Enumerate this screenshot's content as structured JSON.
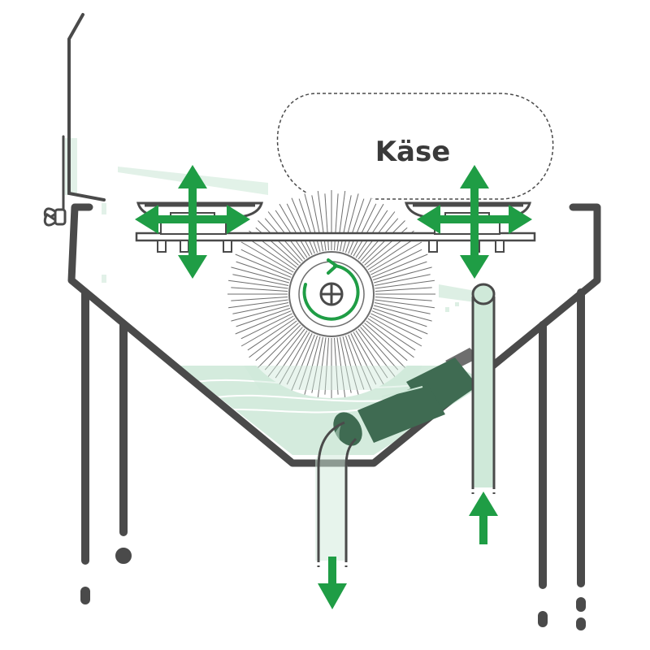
{
  "labels": {
    "cheese": "Käse"
  },
  "colors": {
    "frame": "#4a4a4a",
    "arrow_green": "#1f9d45",
    "water_light": "#cfe9d9",
    "hose_dark": "#3f6b52",
    "brush_line": "#6e6e6e"
  },
  "flows": {
    "inlet_direction": "up",
    "outlet_direction": "down",
    "brush_rotation": "clockwise"
  }
}
